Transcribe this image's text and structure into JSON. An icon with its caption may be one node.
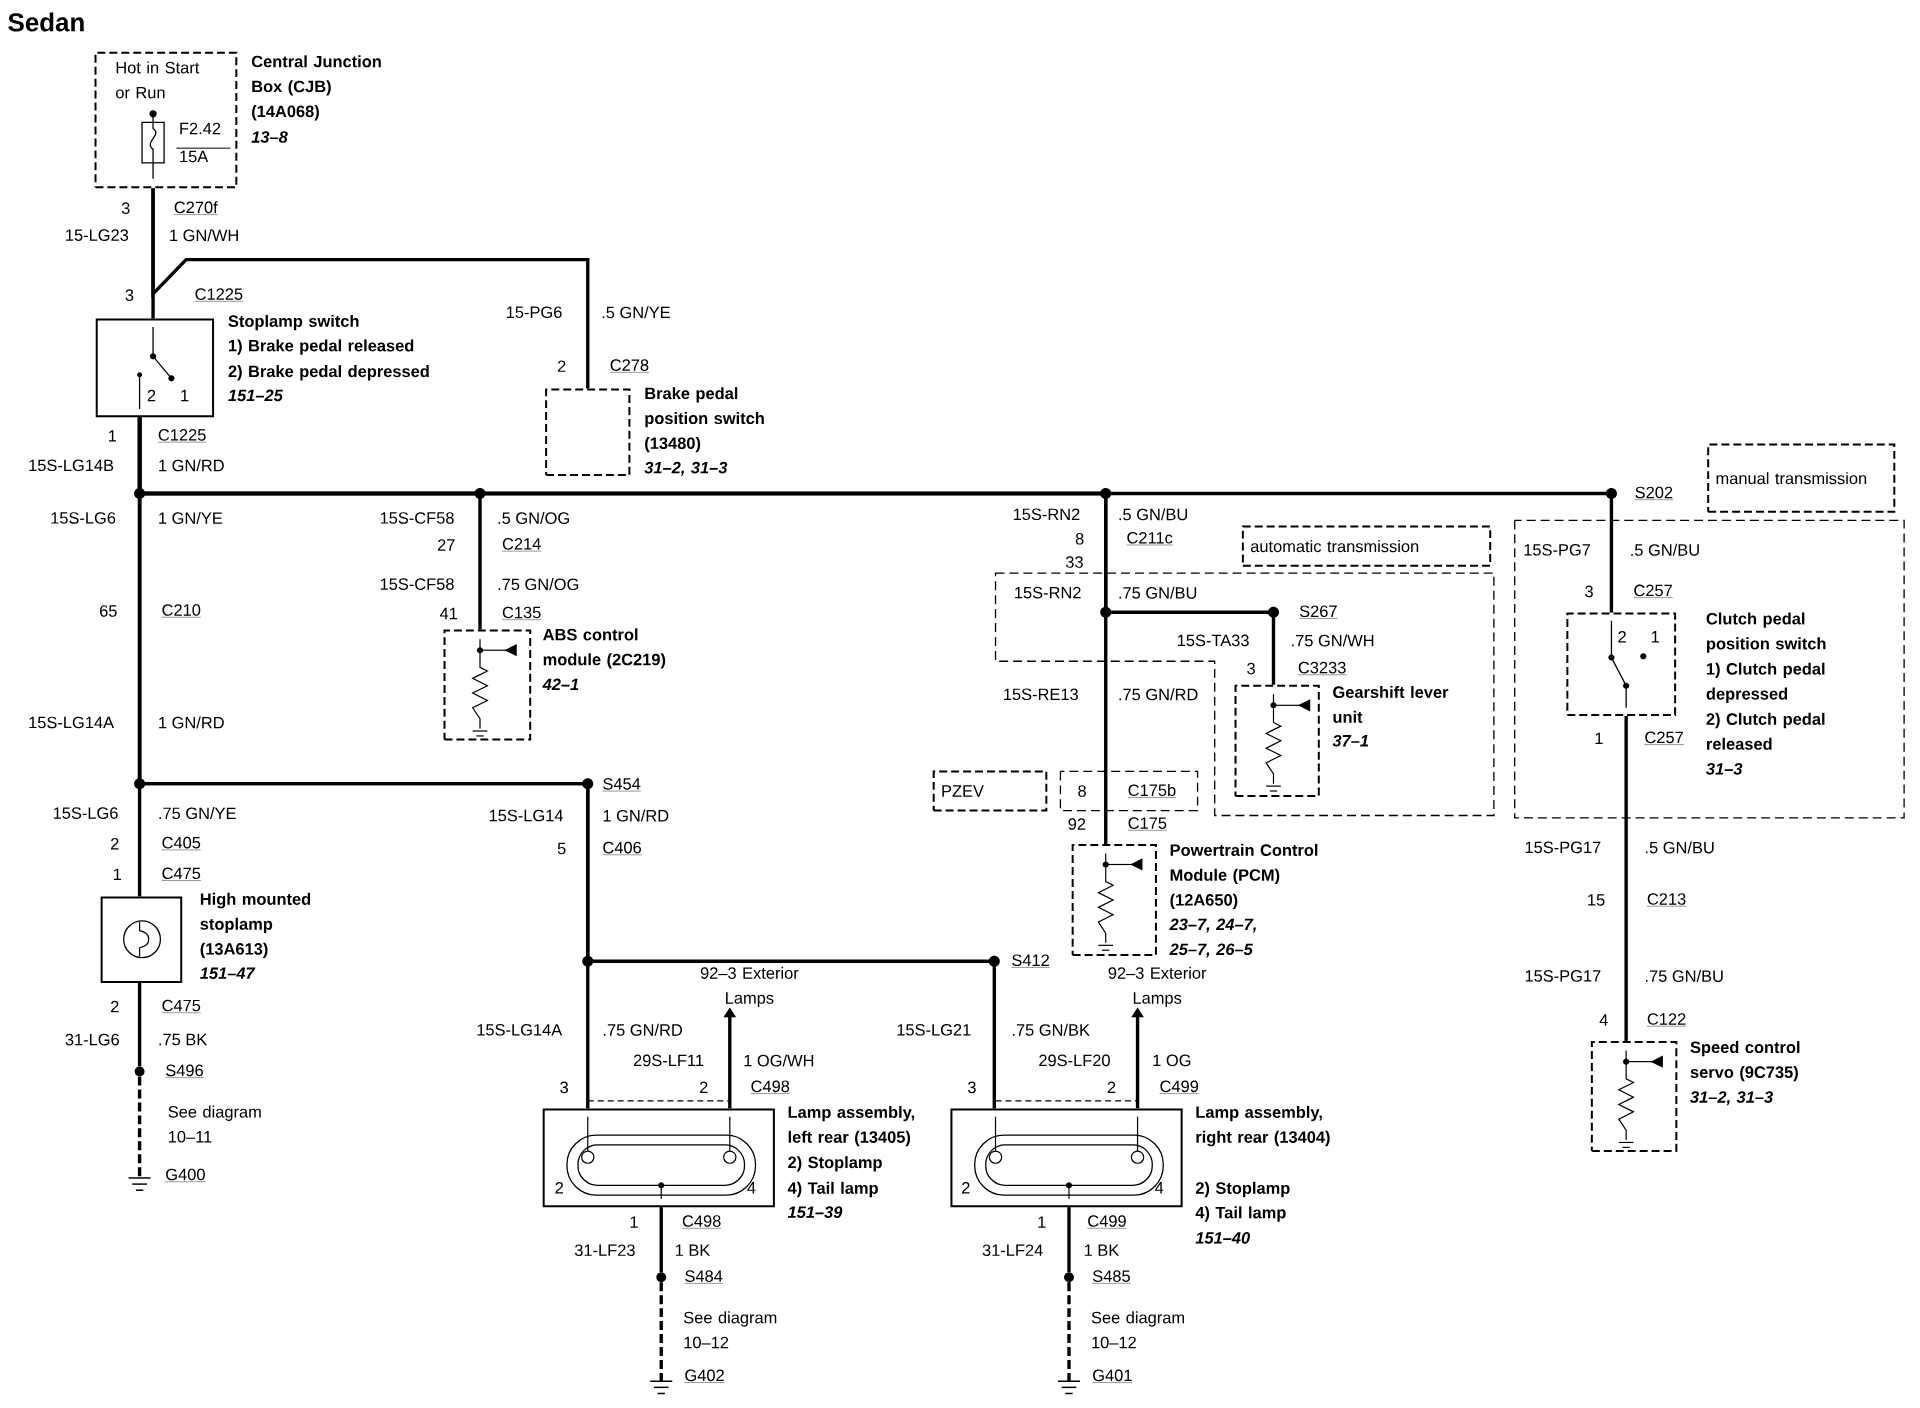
{
  "diagram": {
    "title": "Sedan",
    "nodes": [
      {
        "text": [
          "Hot in Start or Run",
          "F2.42",
          "15A",
          "Central Junction Box (CJB) (14A068)",
          "13–8"
        ]
      },
      {
        "text": [
          "Stoplamp switch",
          "1) Brake pedal released",
          "2) Brake pedal depressed",
          "151–25"
        ]
      },
      {
        "text": [
          "Brake pedal position switch (13480)",
          "31–2, 31–3"
        ]
      },
      {
        "text": [
          "ABS control module (2C219)",
          "42–1"
        ]
      },
      {
        "text": [
          "High mounted stoplamp (13A613)",
          "151–47"
        ]
      },
      {
        "text": [
          "Lamp assembly, left rear (13405)",
          "2) Stoplamp",
          "4) Tail lamp",
          "151–39"
        ]
      },
      {
        "text": [
          "Lamp assembly, right rear (13404)",
          "2) Stoplamp",
          "4) Tail lamp",
          "151–40"
        ]
      },
      {
        "text": [
          "Powertrain Control Module (PCM) (12A650)",
          "23–7, 24–7, 25–7, 26–5"
        ]
      },
      {
        "text": [
          "Gearshift lever unit",
          "37–1"
        ]
      },
      {
        "text": [
          "Clutch pedal position switch",
          "1) Clutch pedal depressed",
          "2) Clutch pedal released",
          "31–3"
        ]
      },
      {
        "text": [
          "Speed control servo (9C735)",
          "31–2, 31–3"
        ]
      },
      {
        "text": [
          "automatic transmission"
        ]
      },
      {
        "text": [
          "manual transmission"
        ]
      },
      {
        "text": [
          "PZEV"
        ]
      },
      {
        "text": [
          "92–3 Exterior Lamps"
        ]
      },
      {
        "text": [
          "92–3 Exterior Lamps"
        ]
      },
      {
        "text": [
          "S496"
        ]
      },
      {
        "text": [
          "G400"
        ]
      },
      {
        "text": [
          "S484"
        ]
      },
      {
        "text": [
          "G402"
        ]
      },
      {
        "text": [
          "S485"
        ]
      },
      {
        "text": [
          "G401"
        ]
      }
    ],
    "edges": [
      {
        "from": 0,
        "to": 1,
        "arrow": "none"
      },
      {
        "from": 0,
        "to": 2,
        "arrow": "none"
      },
      {
        "from": 1,
        "to": 4,
        "arrow": "none"
      },
      {
        "from": 1,
        "to": 3,
        "arrow": "none"
      },
      {
        "from": 1,
        "to": 7,
        "arrow": "none"
      },
      {
        "from": 1,
        "to": 8,
        "arrow": "none"
      },
      {
        "from": 1,
        "to": 9,
        "arrow": "none"
      },
      {
        "from": 1,
        "to": 5,
        "arrow": "none"
      },
      {
        "from": 1,
        "to": 6,
        "arrow": "none"
      },
      {
        "from": 9,
        "to": 10,
        "arrow": "none"
      },
      {
        "from": 4,
        "to": 16,
        "arrow": "none"
      },
      {
        "from": 16,
        "to": 17,
        "arrow": "none",
        "style": "dashed"
      },
      {
        "from": 5,
        "to": 18,
        "arrow": "none"
      },
      {
        "from": 18,
        "to": 19,
        "arrow": "none",
        "style": "dashed"
      },
      {
        "from": 6,
        "to": 20,
        "arrow": "none"
      },
      {
        "from": 20,
        "to": 21,
        "arrow": "none",
        "style": "dashed"
      },
      {
        "from": 5,
        "to": 14,
        "arrow": "to"
      },
      {
        "from": 6,
        "to": 15,
        "arrow": "to"
      }
    ],
    "labels": [
      "3",
      "C270f",
      "15-LG23",
      "1 GN/WH",
      "3",
      "C1225",
      "15-PG6",
      ".5 GN/YE",
      "2",
      "C278",
      "2",
      "1",
      "1",
      "C1225",
      "15S-LG14B",
      "1 GN/RD",
      "15S-LG6",
      "1 GN/YE",
      "15S-CF58",
      ".5 GN/OG",
      "15S-RN2",
      ".5 GN/BU",
      "S202",
      "27",
      "C214",
      "8",
      "C211c",
      "15S-PG7",
      ".5 GN/BU",
      "33",
      "15S-CF58",
      ".75 GN/OG",
      "15S-RN2",
      ".75 GN/BU",
      "3",
      "C257",
      "65",
      "C210",
      "41",
      "C135",
      "S267",
      "15S-TA33",
      ".75 GN/WH",
      "2",
      "1",
      "3",
      "C3233",
      "15S-RE13",
      ".75 GN/RD",
      "15S-LG14A",
      "1 GN/RD",
      "1",
      "C257",
      "S454",
      "8",
      "C175b",
      "15S-LG6",
      ".75 GN/YE",
      "15S-LG14",
      "1 GN/RD",
      "92",
      "C175",
      "2",
      "C405",
      "5",
      "C406",
      "15S-PG17",
      ".5 GN/BU",
      "1",
      "C475",
      "15",
      "C213",
      "S412",
      "15S-PG17",
      ".75 GN/BU",
      "2",
      "C475",
      "4",
      "C122",
      "31-LG6",
      ".75 BK",
      "15S-LG14A",
      ".75 GN/RD",
      "15S-LG21",
      ".75 GN/BK",
      "29S-LF11",
      "1 OG/WH",
      "29S-LF20",
      "1 OG",
      "3",
      "2",
      "C498",
      "3",
      "2",
      "C499",
      "See diagram 10–11",
      "2",
      "4",
      "2",
      "4",
      "1",
      "C498",
      "1",
      "C499",
      "31-LF23",
      "1 BK",
      "31-LF24",
      "1 BK",
      "See diagram 10–12",
      "See diagram 10–12"
    ]
  }
}
